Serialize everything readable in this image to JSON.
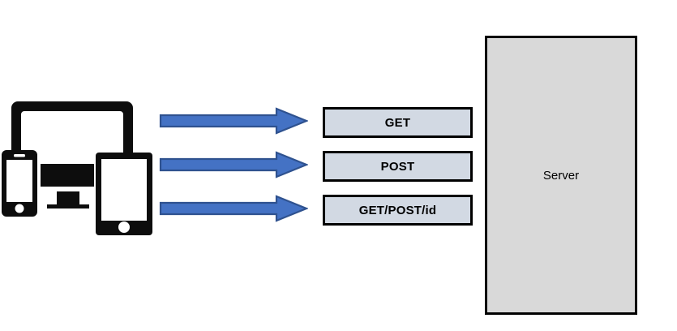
{
  "diagram": {
    "title": "Client devices to server HTTP request diagram",
    "background_color": "#ffffff"
  },
  "client": {
    "group_name": "multi-device client cluster",
    "devices": [
      {
        "name": "laptop-icon",
        "label": "Laptop"
      },
      {
        "name": "smartphone-icon",
        "label": "Smartphone"
      },
      {
        "name": "desktop-monitor-icon",
        "label": "Desktop monitor"
      },
      {
        "name": "tablet-icon",
        "label": "Tablet"
      }
    ],
    "icon_color": "#0d0d0d"
  },
  "arrows": {
    "fill_color": "#4472c4",
    "stroke_color": "#2f528f",
    "items": [
      {
        "name": "arrow-get",
        "direction": "right"
      },
      {
        "name": "arrow-post",
        "direction": "right"
      },
      {
        "name": "arrow-get-post-id",
        "direction": "right"
      }
    ]
  },
  "methods": {
    "fill_color": "#d2d9e3",
    "border_color": "#000000",
    "items": [
      {
        "label": "GET"
      },
      {
        "label": "POST"
      },
      {
        "label": "GET/POST/id"
      }
    ]
  },
  "server": {
    "label": "Server",
    "fill_color": "#d9d9d9",
    "border_color": "#000000"
  }
}
